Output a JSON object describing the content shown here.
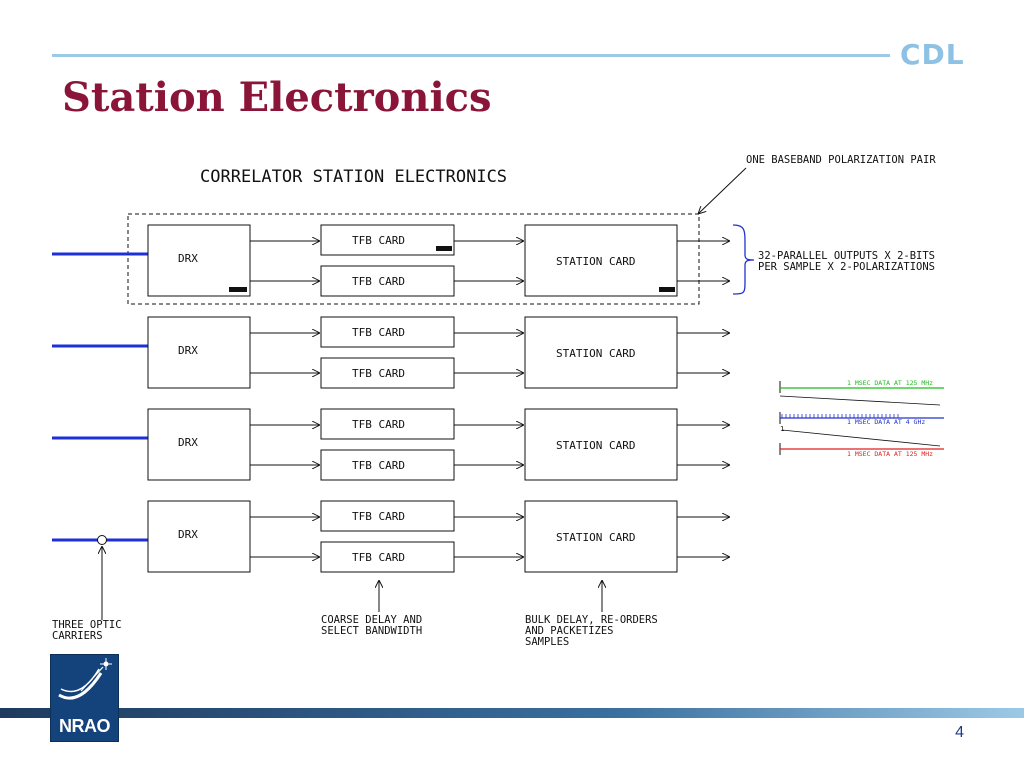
{
  "slide": {
    "brand": "CDL",
    "title": "Station Electronics",
    "page_number": "4"
  },
  "logo": {
    "text": "NRAO"
  },
  "diagram": {
    "heading": "CORRELATOR STATION ELECTRONICS",
    "callout_top": "ONE BASEBAND POLARIZATION PAIR",
    "outputs_line1": "32-PARALLEL OUTPUTS X 2-BITS",
    "outputs_line2": "PER SAMPLE X 2-POLARIZATIONS",
    "rows": [
      {
        "drx": "DRX",
        "tfb_top": "TFB CARD",
        "tfb_bottom": "TFB CARD",
        "station": "STATION CARD"
      },
      {
        "drx": "DRX",
        "tfb_top": "TFB CARD",
        "tfb_bottom": "TFB CARD",
        "station": "STATION CARD"
      },
      {
        "drx": "DRX",
        "tfb_top": "TFB CARD",
        "tfb_bottom": "TFB CARD",
        "station": "STATION CARD"
      },
      {
        "drx": "DRX",
        "tfb_top": "TFB CARD",
        "tfb_bottom": "TFB CARD",
        "station": "STATION CARD"
      }
    ],
    "notes": {
      "optic_line1": "THREE OPTIC",
      "optic_line2": "CARRIERS",
      "tfb_line1": "COARSE DELAY AND",
      "tfb_line2": "SELECT BANDWIDTH",
      "station_line1": "BULK DELAY, RE-ORDERS",
      "station_line2": "AND PACKETIZES",
      "station_line3": "SAMPLES"
    },
    "timing": {
      "top_label": "1 MSEC DATA AT 125 MHz",
      "mid_label": "1 MSEC DATA AT 4 GHz",
      "bottom_label": "1 MSEC DATA AT 125 MHz",
      "mid_marker": "1",
      "colors": {
        "top": "#22bb22",
        "mid": "#2233cc",
        "bottom": "#dd2222"
      }
    },
    "colors": {
      "optic_line": "#1d2fd6",
      "box_stroke": "#111111"
    }
  }
}
